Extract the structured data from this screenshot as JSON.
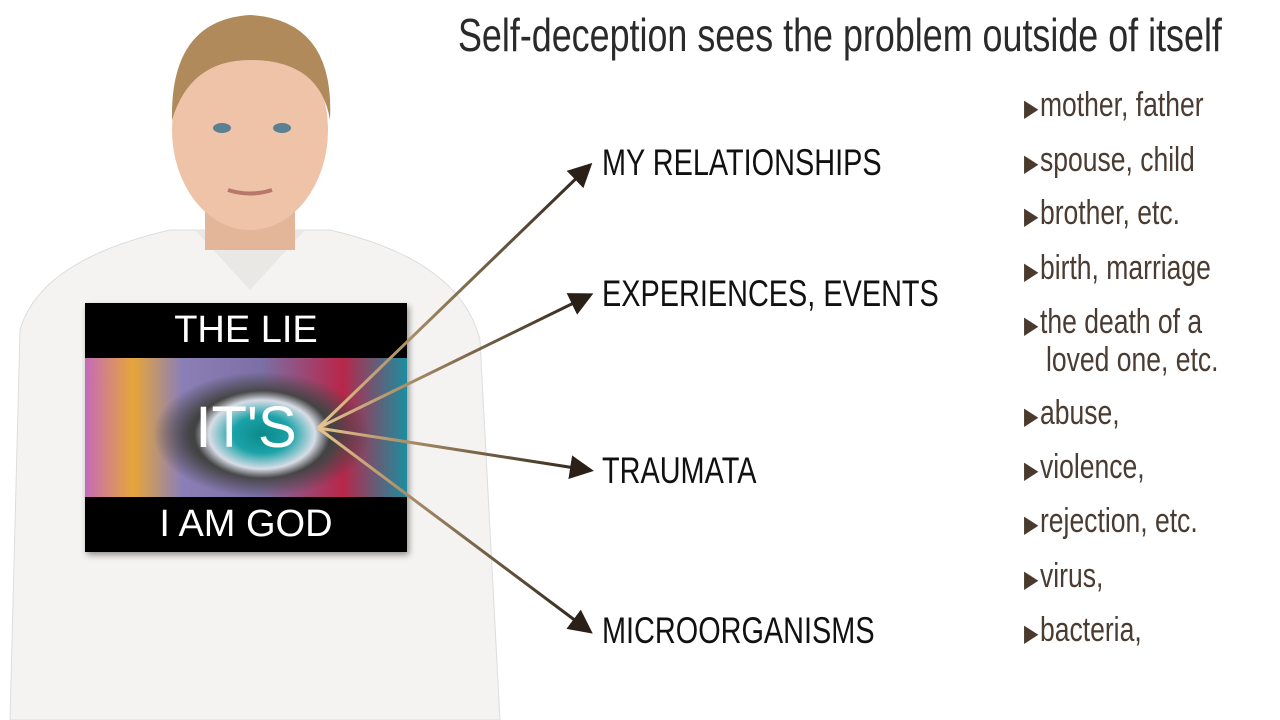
{
  "title": "Self-deception sees the problem outside of itself",
  "card": {
    "top": "THE LIE",
    "middle": "IT'S",
    "bottom": "I AM GOD"
  },
  "categories": [
    "MY RELATIONSHIPS",
    "EXPERIENCES, EVENTS",
    "TRAUMATA",
    "MICROORGANISMS"
  ],
  "examples": [
    "mother, father",
    "spouse, child",
    "brother, etc.",
    "birth, marriage",
    "the death of a",
    "loved one, etc.",
    "abuse,",
    "violence,",
    "rejection, etc.",
    "virus,",
    "bacteria,"
  ],
  "colors": {
    "arrow_start": "#e8c48f",
    "arrow_end": "#2a2018",
    "list_text": "#4a3c32"
  }
}
